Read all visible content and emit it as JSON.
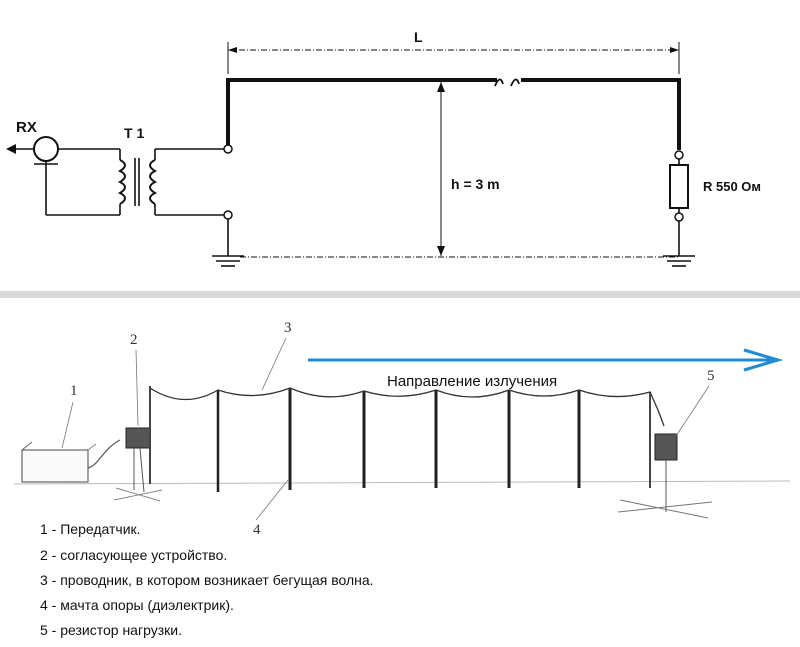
{
  "schematic": {
    "rx_label": "RX",
    "transformer_label": "T 1",
    "length_label": "L",
    "height_label": "h = 3 m",
    "resistor_label": "R  550  Ом"
  },
  "drawing": {
    "direction_label": "Направление излучения",
    "callouts": [
      "1",
      "2",
      "3",
      "4",
      "5"
    ],
    "arrow_color": "#1e8ad6"
  },
  "legend": {
    "items": [
      "1 - Передатчик.",
      "2 - согласующее устройство.",
      "3 - проводник, в котором возникает бегущая волна.",
      "4 - мачта опоры (диэлектрик).",
      "5 - резистор нагрузки."
    ]
  }
}
